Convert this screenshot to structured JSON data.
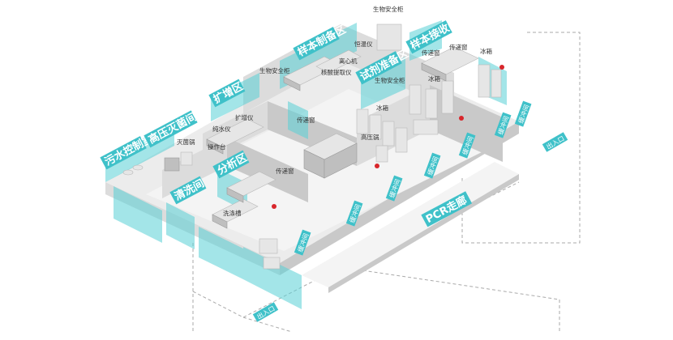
{
  "diagram": {
    "area_signs": {
      "sewage_room": "污水控制室",
      "autoclave_room": "高压灭菌间",
      "wash_room": "清洗间",
      "amplification": "扩增区",
      "analysis": "分析区",
      "sample_prep": "样本制备区",
      "reagent_prep": "试剂准备区",
      "sample_receiving": "样本接收间",
      "pcr_corridor": "PCR走廊"
    },
    "small_signs": {
      "buffer_1": "缓冲间",
      "buffer_2": "缓冲间",
      "buffer_3": "缓冲间",
      "buffer_4": "缓冲间",
      "buffer_5": "缓冲间",
      "buffer_6": "缓冲间",
      "buffer_7": "缓冲间",
      "entrance_1": "出入口",
      "entrance_2": "出入口"
    },
    "equipment_labels": {
      "biosafety_cabinet_top": "生物安全柜",
      "thermostat": "恒温仪",
      "centrifuge": "离心机",
      "nucleic_acid_extractor": "核酸提取仪",
      "biosafety_cabinet_left": "生物安全柜",
      "pass_box_sample": "传递窗",
      "fridge_sample": "冰箱",
      "pass_box_reagent": "传递窗",
      "biosafety_cabinet_reagent": "生物安全柜",
      "fridge_reagent_1": "冰箱",
      "fridge_reagent_2": "冰箱",
      "autoclave_reagent": "高压锅",
      "amplifier": "扩增仪",
      "pass_box_amp": "传递窗",
      "ultrapure_water": "纯水仪",
      "sterilizer": "灭菌锅",
      "workbench": "操作台",
      "pass_box_analysis": "传递窗",
      "sink": "洗涤槽"
    }
  }
}
